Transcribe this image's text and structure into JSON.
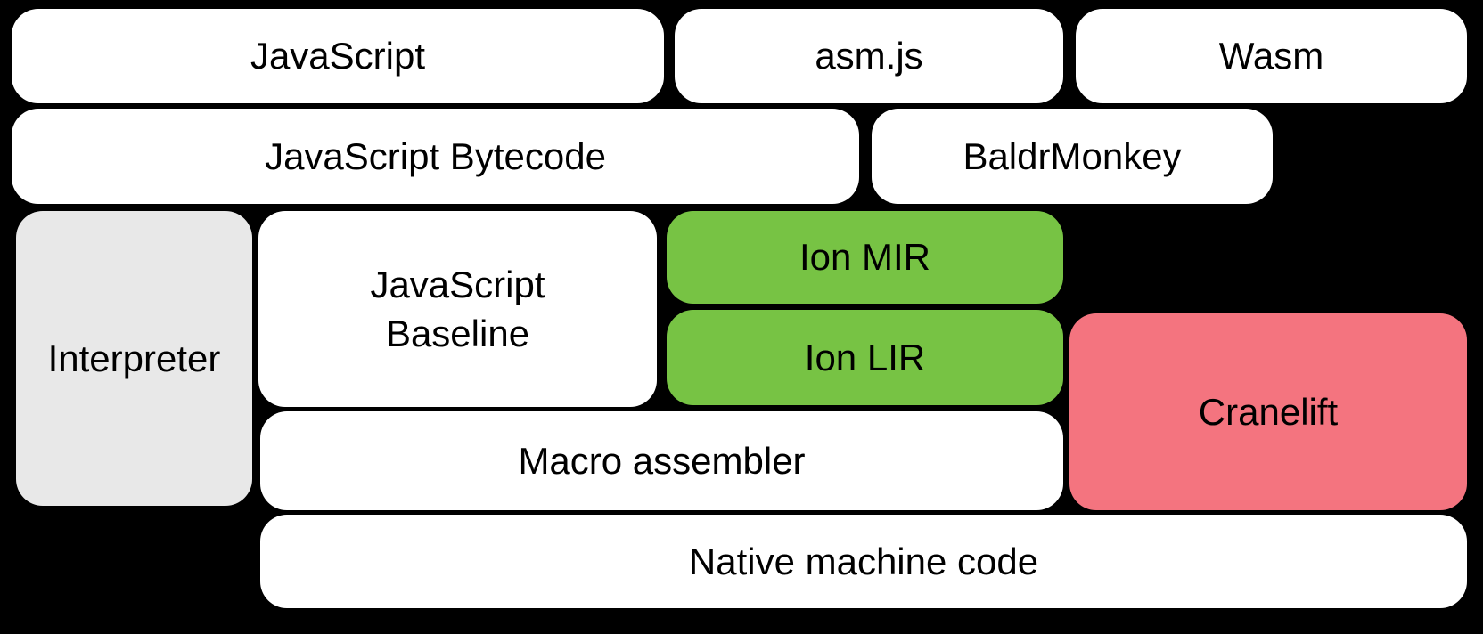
{
  "diagram": {
    "colors": {
      "background": "#000000",
      "block_default_fill": "#ffffff",
      "interpreter_fill": "#e8e8e8",
      "ion_fill": "#77c344",
      "cranelift_fill": "#f4747f",
      "label_text": "#000000"
    },
    "blocks": {
      "javascript": {
        "label": "JavaScript"
      },
      "asmjs": {
        "label": "asm.js"
      },
      "wasm": {
        "label": "Wasm"
      },
      "bytecode": {
        "label": "JavaScript Bytecode"
      },
      "baldrmonkey": {
        "label": "BaldrMonkey"
      },
      "interpreter": {
        "label": "Interpreter"
      },
      "baseline": {
        "line1": "JavaScript",
        "line2": "Baseline"
      },
      "ion_mir": {
        "label": "Ion MIR"
      },
      "ion_lir": {
        "label": "Ion LIR"
      },
      "cranelift": {
        "label": "Cranelift"
      },
      "macro_assembler": {
        "label": "Macro assembler"
      },
      "native": {
        "label": "Native machine code"
      }
    }
  }
}
